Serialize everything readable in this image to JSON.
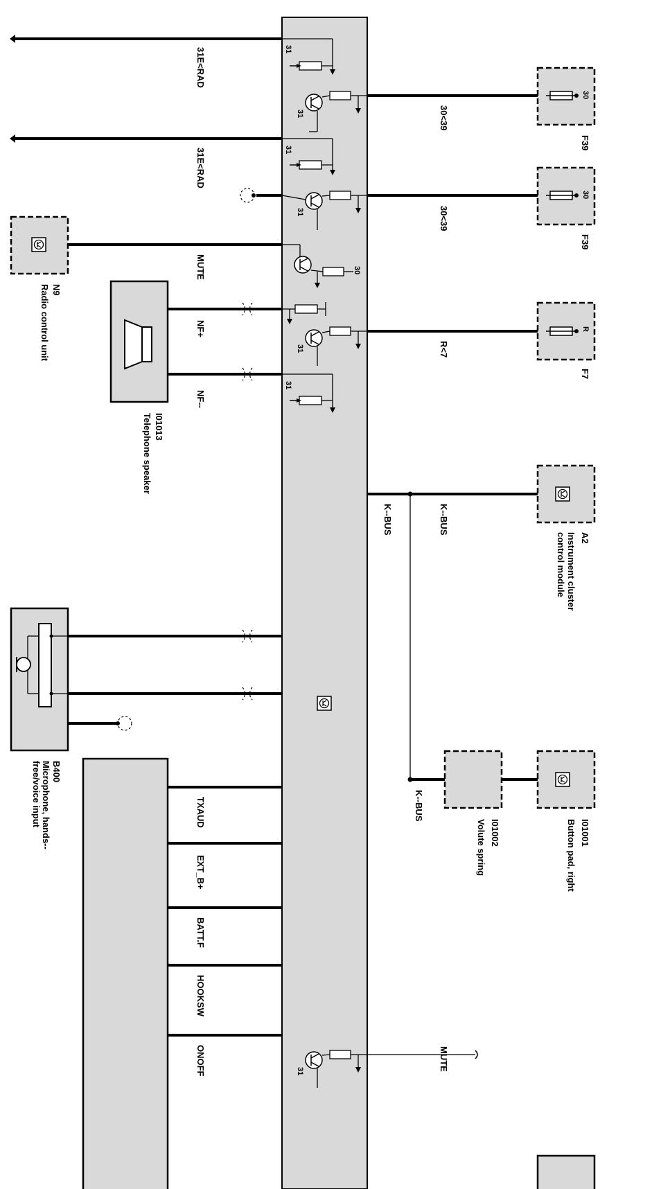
{
  "diagram": {
    "module_pins": {
      "pin1": "31E<RAD",
      "pin2": "31E<RAD",
      "pin3": "MUTE",
      "pin4": "NF+",
      "pin5": "NF--",
      "pin6": "TXAUD",
      "pin7": "EXT_B+",
      "pin8": "BATT.F",
      "pin9": "HOOKSW",
      "pin10": "ONOFF",
      "pin11": "MUTE"
    },
    "internal_labels": {
      "ground": "31",
      "supply": "30"
    },
    "right_wires": {
      "w1": "30<39",
      "w2": "30<39",
      "w3": "R<7",
      "kbus_a": "K--BUS",
      "kbus_b": "K--BUS",
      "kbus_c": "K--BUS"
    },
    "fuses": [
      {
        "pin": "30",
        "id": "F39"
      },
      {
        "pin": "30",
        "id": "F39"
      },
      {
        "pin": "R",
        "id": "F7"
      }
    ],
    "components": {
      "radio": {
        "id": "N9",
        "name": "Radio control unit"
      },
      "speaker": {
        "id": "I01013",
        "name": "Telephone speaker"
      },
      "cluster": {
        "id": "A2",
        "name_l1": "Instrument cluster",
        "name_l2": "control module"
      },
      "microphone": {
        "id": "B400",
        "name_l1": "Microphone, hands--",
        "name_l2": "free/voice input"
      },
      "volute": {
        "id": "I01002",
        "name": "Volute spring"
      },
      "button_pad": {
        "id": "I01001",
        "name": "Button pad, right"
      }
    }
  }
}
